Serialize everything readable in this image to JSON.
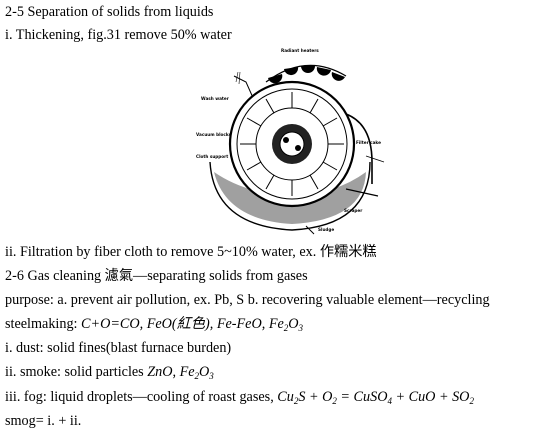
{
  "heading_25": "2-5 Separation of solids from liquids",
  "item_thickening": "i. Thickening, fig.31 remove 50% water",
  "figure": {
    "labels": {
      "radiant_heaters": "Radiant heaters",
      "wash_water": "Wash water",
      "vacuum_blocks": "Vacuum blocks",
      "cloth_support": "Cloth support",
      "filter_cake": "Filter cake",
      "scraper": "Scraper",
      "sludge": "Sludge"
    }
  },
  "item_filtration": "ii. Filtration by fiber cloth to remove 5~10% water, ex. 作糯米糕",
  "heading_26": "2-6 Gas cleaning 濾氣—separating solids from gases",
  "purpose": "purpose: a. prevent air pollution, ex. Pb, S b. recovering valuable element—recycling",
  "steelmaking": {
    "label": "steelmaking: ",
    "formulas": "C+O=CO, FeO(紅色), Fe-FeO, Fe",
    "sub_a": "2",
    "tail_a": "O",
    "sub_b": "3"
  },
  "dust": "i. dust: solid fines(blast furnace burden)",
  "smoke": {
    "label": "ii. smoke: solid particles ",
    "formulas": "ZnO, Fe",
    "sub_a": "2",
    "tail_a": "O",
    "sub_b": "3"
  },
  "fog": {
    "label": "iii. fog: liquid droplets—cooling of roast gases, ",
    "cu": "Cu",
    "s_o": "S + O",
    "eq": " = CuSO",
    "plus": " + CuO + SO",
    "sub_2": "2",
    "sub_4": "4"
  },
  "smog": "smog= i. + ii."
}
